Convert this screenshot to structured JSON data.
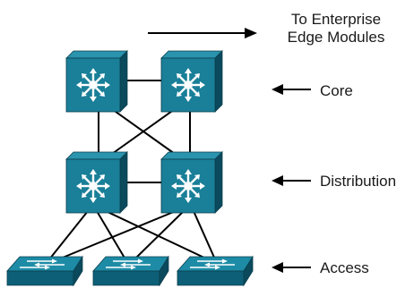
{
  "labels": {
    "edge_line1": "To Enterprise",
    "edge_line2": "Edge Modules",
    "core": "Core",
    "distribution": "Distribution",
    "access": "Access"
  },
  "colors": {
    "device_face": "#1a7f98",
    "device_side": "#0b4a5c",
    "device_top": "#2a93ad",
    "switch_face": "#0d5f77",
    "switch_top": "#1d8ba6",
    "link": "#000000"
  },
  "layers": {
    "core": [
      "multilayer-switch",
      "multilayer-switch"
    ],
    "distribution": [
      "multilayer-switch",
      "multilayer-switch"
    ],
    "access": [
      "workgroup-switch",
      "workgroup-switch",
      "workgroup-switch"
    ]
  }
}
